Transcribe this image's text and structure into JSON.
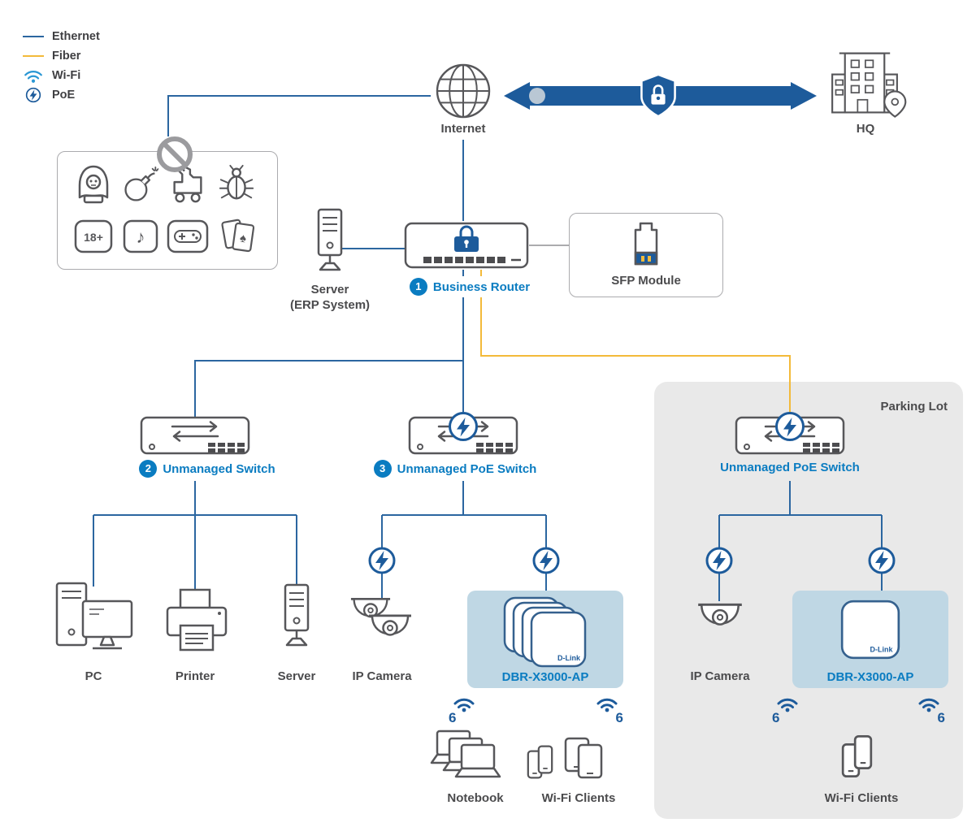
{
  "colors": {
    "ethernet_line": "#2b66a0",
    "fiber_line": "#f3ba3a",
    "navy": "#1d5b9b",
    "accent_blue": "#0a7cc1",
    "label_gray": "#4b4b4d",
    "parking_bg": "#e9e9e9",
    "ap_box_bg": "#bfd7e4"
  },
  "legend": {
    "items": [
      {
        "icon": "ethernet-line-swatch",
        "label": "Ethernet"
      },
      {
        "icon": "fiber-line-swatch",
        "label": "Fiber"
      },
      {
        "icon": "wifi-icon",
        "label": "Wi-Fi"
      },
      {
        "icon": "poe-icon",
        "label": "PoE"
      }
    ]
  },
  "wan": {
    "internet_label": "Internet",
    "hq_label": "HQ"
  },
  "blocked_content": {
    "icons": [
      "hacker",
      "bomb",
      "trojan-horse",
      "bug",
      "18-plus",
      "tiktok",
      "game-controller",
      "playing-cards"
    ],
    "badge_18_text": "18+",
    "tiktok_note_glyph": "♪",
    "spade_glyph": "♠"
  },
  "core": {
    "server_label": "Server",
    "server_sublabel": "(ERP System)",
    "router_number": "1",
    "router_label": "Business Router",
    "sfp_label": "SFP Module"
  },
  "lan": {
    "switch_number": "2",
    "switch_label": "Unmanaged Switch",
    "poe_switch_number": "3",
    "poe_switch_label": "Unmanaged PoE Switch",
    "pc_label": "PC",
    "printer_label": "Printer",
    "server_label": "Server",
    "ip_camera_label": "IP Camera",
    "ap_model": "DBR-X3000-AP",
    "notebook_label": "Notebook",
    "wifi_clients_label": "Wi-Fi Clients"
  },
  "parking": {
    "title": "Parking Lot",
    "poe_switch_label": "Unmanaged PoE Switch",
    "ip_camera_label": "IP Camera",
    "ap_model": "DBR-X3000-AP",
    "wifi_clients_label": "Wi-Fi Clients"
  },
  "icons": {
    "wifi6_badge": "6"
  },
  "brand": {
    "ap_logo": "D-Link"
  }
}
